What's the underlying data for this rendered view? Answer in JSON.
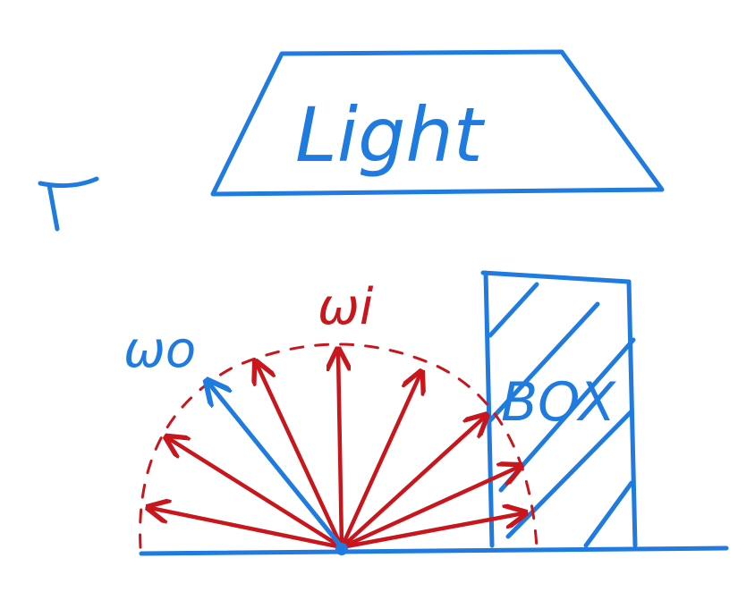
{
  "colors": {
    "blue": "#1f7be0",
    "red": "#c8161c",
    "background": "#ffffff"
  },
  "labels": {
    "light": "Light",
    "box": "BOX",
    "omega_i": "ωi",
    "omega_o": "ωo",
    "eye_symbol": "eye-icon"
  }
}
